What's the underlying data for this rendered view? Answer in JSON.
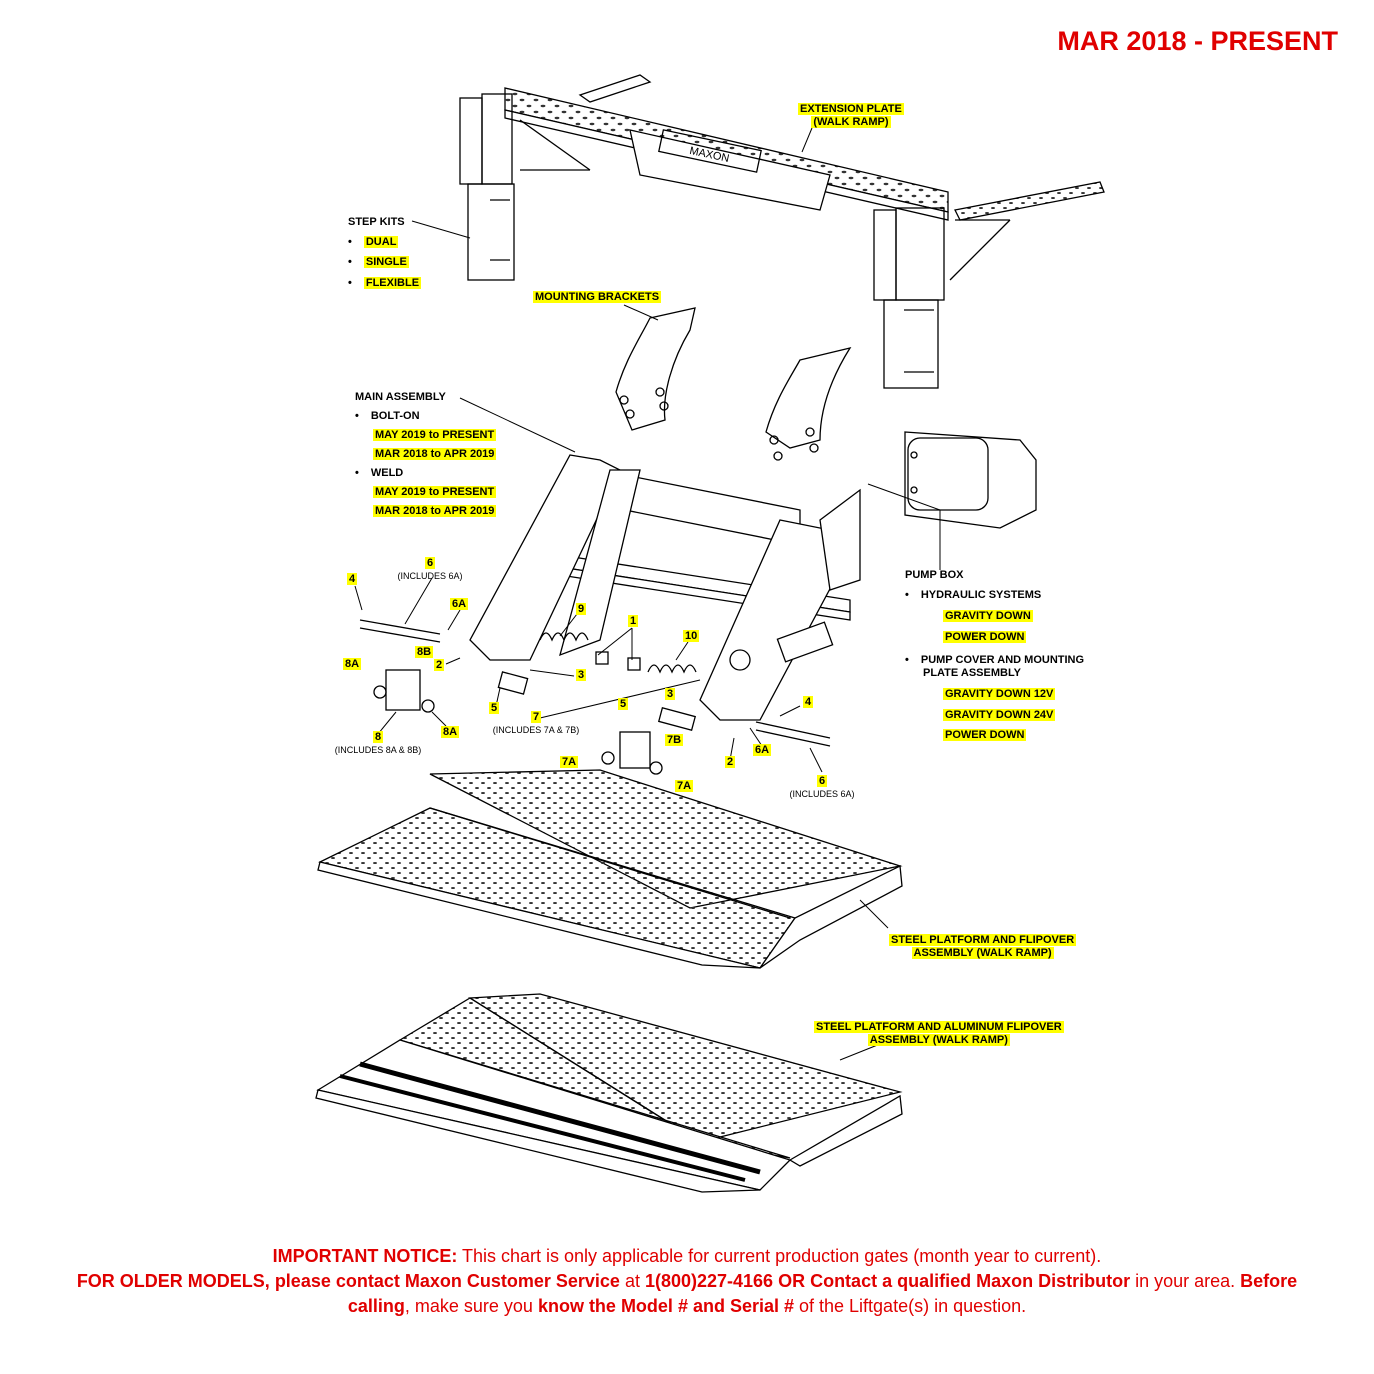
{
  "header": {
    "title": "MAR 2018 - PRESENT"
  },
  "labels": {
    "extension_plate": [
      "EXTENSION PLATE",
      "(WALK RAMP)"
    ],
    "step_kits": {
      "heading": "STEP KITS",
      "items": [
        "DUAL",
        "SINGLE",
        "FLEXIBLE"
      ]
    },
    "mounting_brackets": "MOUNTING BRACKETS",
    "main_assembly": {
      "heading": "MAIN ASSEMBLY",
      "bolt_on": "BOLT-ON",
      "bolt_on_items": [
        "MAY 2019 to PRESENT",
        "MAR 2018 to APR 2019"
      ],
      "weld": "WELD",
      "weld_items": [
        "MAY 2019 to PRESENT",
        "MAR 2018 to APR 2019"
      ]
    },
    "pump_box": {
      "heading": "PUMP BOX",
      "hydraulic": "HYDRAULIC SYSTEMS",
      "hydraulic_items": [
        "GRAVITY DOWN",
        "POWER DOWN"
      ],
      "cover": [
        "PUMP COVER AND MOUNTING",
        "PLATE ASSEMBLY"
      ],
      "cover_items": [
        "GRAVITY DOWN 12V",
        "GRAVITY DOWN 24V",
        "POWER DOWN"
      ]
    },
    "steel_platform": [
      "STEEL PLATFORM AND FLIPOVER",
      "ASSEMBLY (WALK RAMP)"
    ],
    "aluminum_platform": [
      "STEEL PLATFORM AND ALUMINUM FLIPOVER",
      "ASSEMBLY (WALK RAMP)"
    ],
    "parts": {
      "p4a": "4",
      "p6a": "6",
      "p6a_note": "(INCLUDES 6A)",
      "p6Aa": "6A",
      "p9": "9",
      "p1": "1",
      "p10": "10",
      "p2a": "2",
      "p8B": "8B",
      "p8Aa": "8A",
      "p3a": "3",
      "p3b": "3",
      "p5a": "5",
      "p5b": "5",
      "p7": "7",
      "p7_note": "(INCLUDES 7A & 7B)",
      "p8": "8",
      "p8_note": "(INCLUDES 8A & 8B)",
      "p8Ab": "8A",
      "p7B": "7B",
      "p7Aa": "7A",
      "p7Ab": "7A",
      "p2b": "2",
      "p6Ab": "6A",
      "p4b": "4",
      "p6b": "6",
      "p6b_note": "(INCLUDES 6A)"
    }
  },
  "notice": {
    "important_label": "IMPORTANT NOTICE:",
    "important_text": " This chart is only applicable for current production gates (month year to current).",
    "older_label": "FOR OLDER MODELS, please contact Maxon Customer Service",
    "at": " at ",
    "phone": "1(800)227-4166 OR Contact a qualified Maxon Distributor",
    "in_area": " in your area. ",
    "before": "Before calling",
    "make_sure": ", make sure you ",
    "know": "know the Model # and Serial #",
    "of_liftgate": " of the Liftgate(s) in question."
  },
  "colors": {
    "title_red": "#e00000",
    "highlight": "#ffff00"
  }
}
